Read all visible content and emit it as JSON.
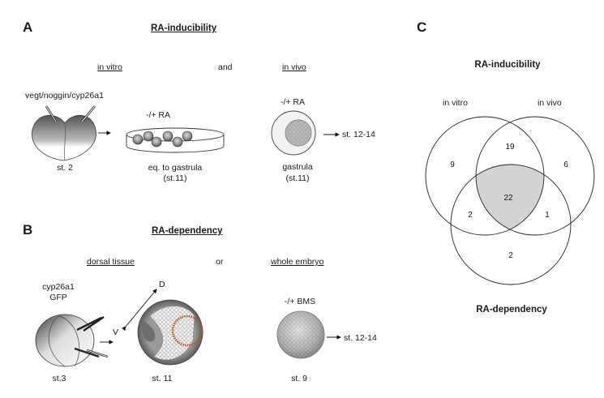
{
  "panel_a": {
    "letter": "A",
    "title": "RA-inducibility",
    "in_vitro_label": "in vitro",
    "connector": "and",
    "in_vivo_label": "in vivo",
    "injection_label": "vegt/noggin/cyp26a1",
    "st2_label": "st. 2",
    "dish_treatment": "-/+ RA",
    "dish_caption_1": "eq. to gastrula",
    "dish_caption_2": "(st.11)",
    "vivo_treatment": "-/+ RA",
    "vivo_target": "st. 12-14",
    "vivo_caption_1": "gastrula",
    "vivo_caption_2": "(st.11)"
  },
  "panel_b": {
    "letter": "B",
    "title": "RA-dependency",
    "dorsal_label": "dorsal tissue",
    "connector": "or",
    "whole_label": "whole embryo",
    "construct_1": "cyp26a1",
    "construct_2": "GFP",
    "axis_d": "D",
    "axis_v": "V",
    "st3_label": "st.3",
    "st11_label": "st. 11",
    "bms_treatment": "-/+ BMS",
    "whole_target": "st. 12-14",
    "st9_label": "st. 9",
    "highlight_color": "#b5532e"
  },
  "panel_c": {
    "letter": "C",
    "title_top": "RA-inducibility",
    "set_left": "in vitro",
    "set_right": "in vivo",
    "title_bottom": "RA-dependency",
    "shade_color": "#d3d3d3"
  },
  "chart_data": {
    "type": "venn",
    "sets": [
      "in vitro",
      "in vivo",
      "RA-dependency"
    ],
    "regions": [
      {
        "sets": [
          "in vitro"
        ],
        "value": 9
      },
      {
        "sets": [
          "in vivo"
        ],
        "value": 6
      },
      {
        "sets": [
          "RA-dependency"
        ],
        "value": 2
      },
      {
        "sets": [
          "in vitro",
          "in vivo"
        ],
        "value": 19
      },
      {
        "sets": [
          "in vitro",
          "RA-dependency"
        ],
        "value": 2
      },
      {
        "sets": [
          "in vivo",
          "RA-dependency"
        ],
        "value": 1
      },
      {
        "sets": [
          "in vitro",
          "in vivo",
          "RA-dependency"
        ],
        "value": 22,
        "highlighted": true
      }
    ],
    "title": "RA-inducibility",
    "subtitle_bottom": "RA-dependency"
  }
}
